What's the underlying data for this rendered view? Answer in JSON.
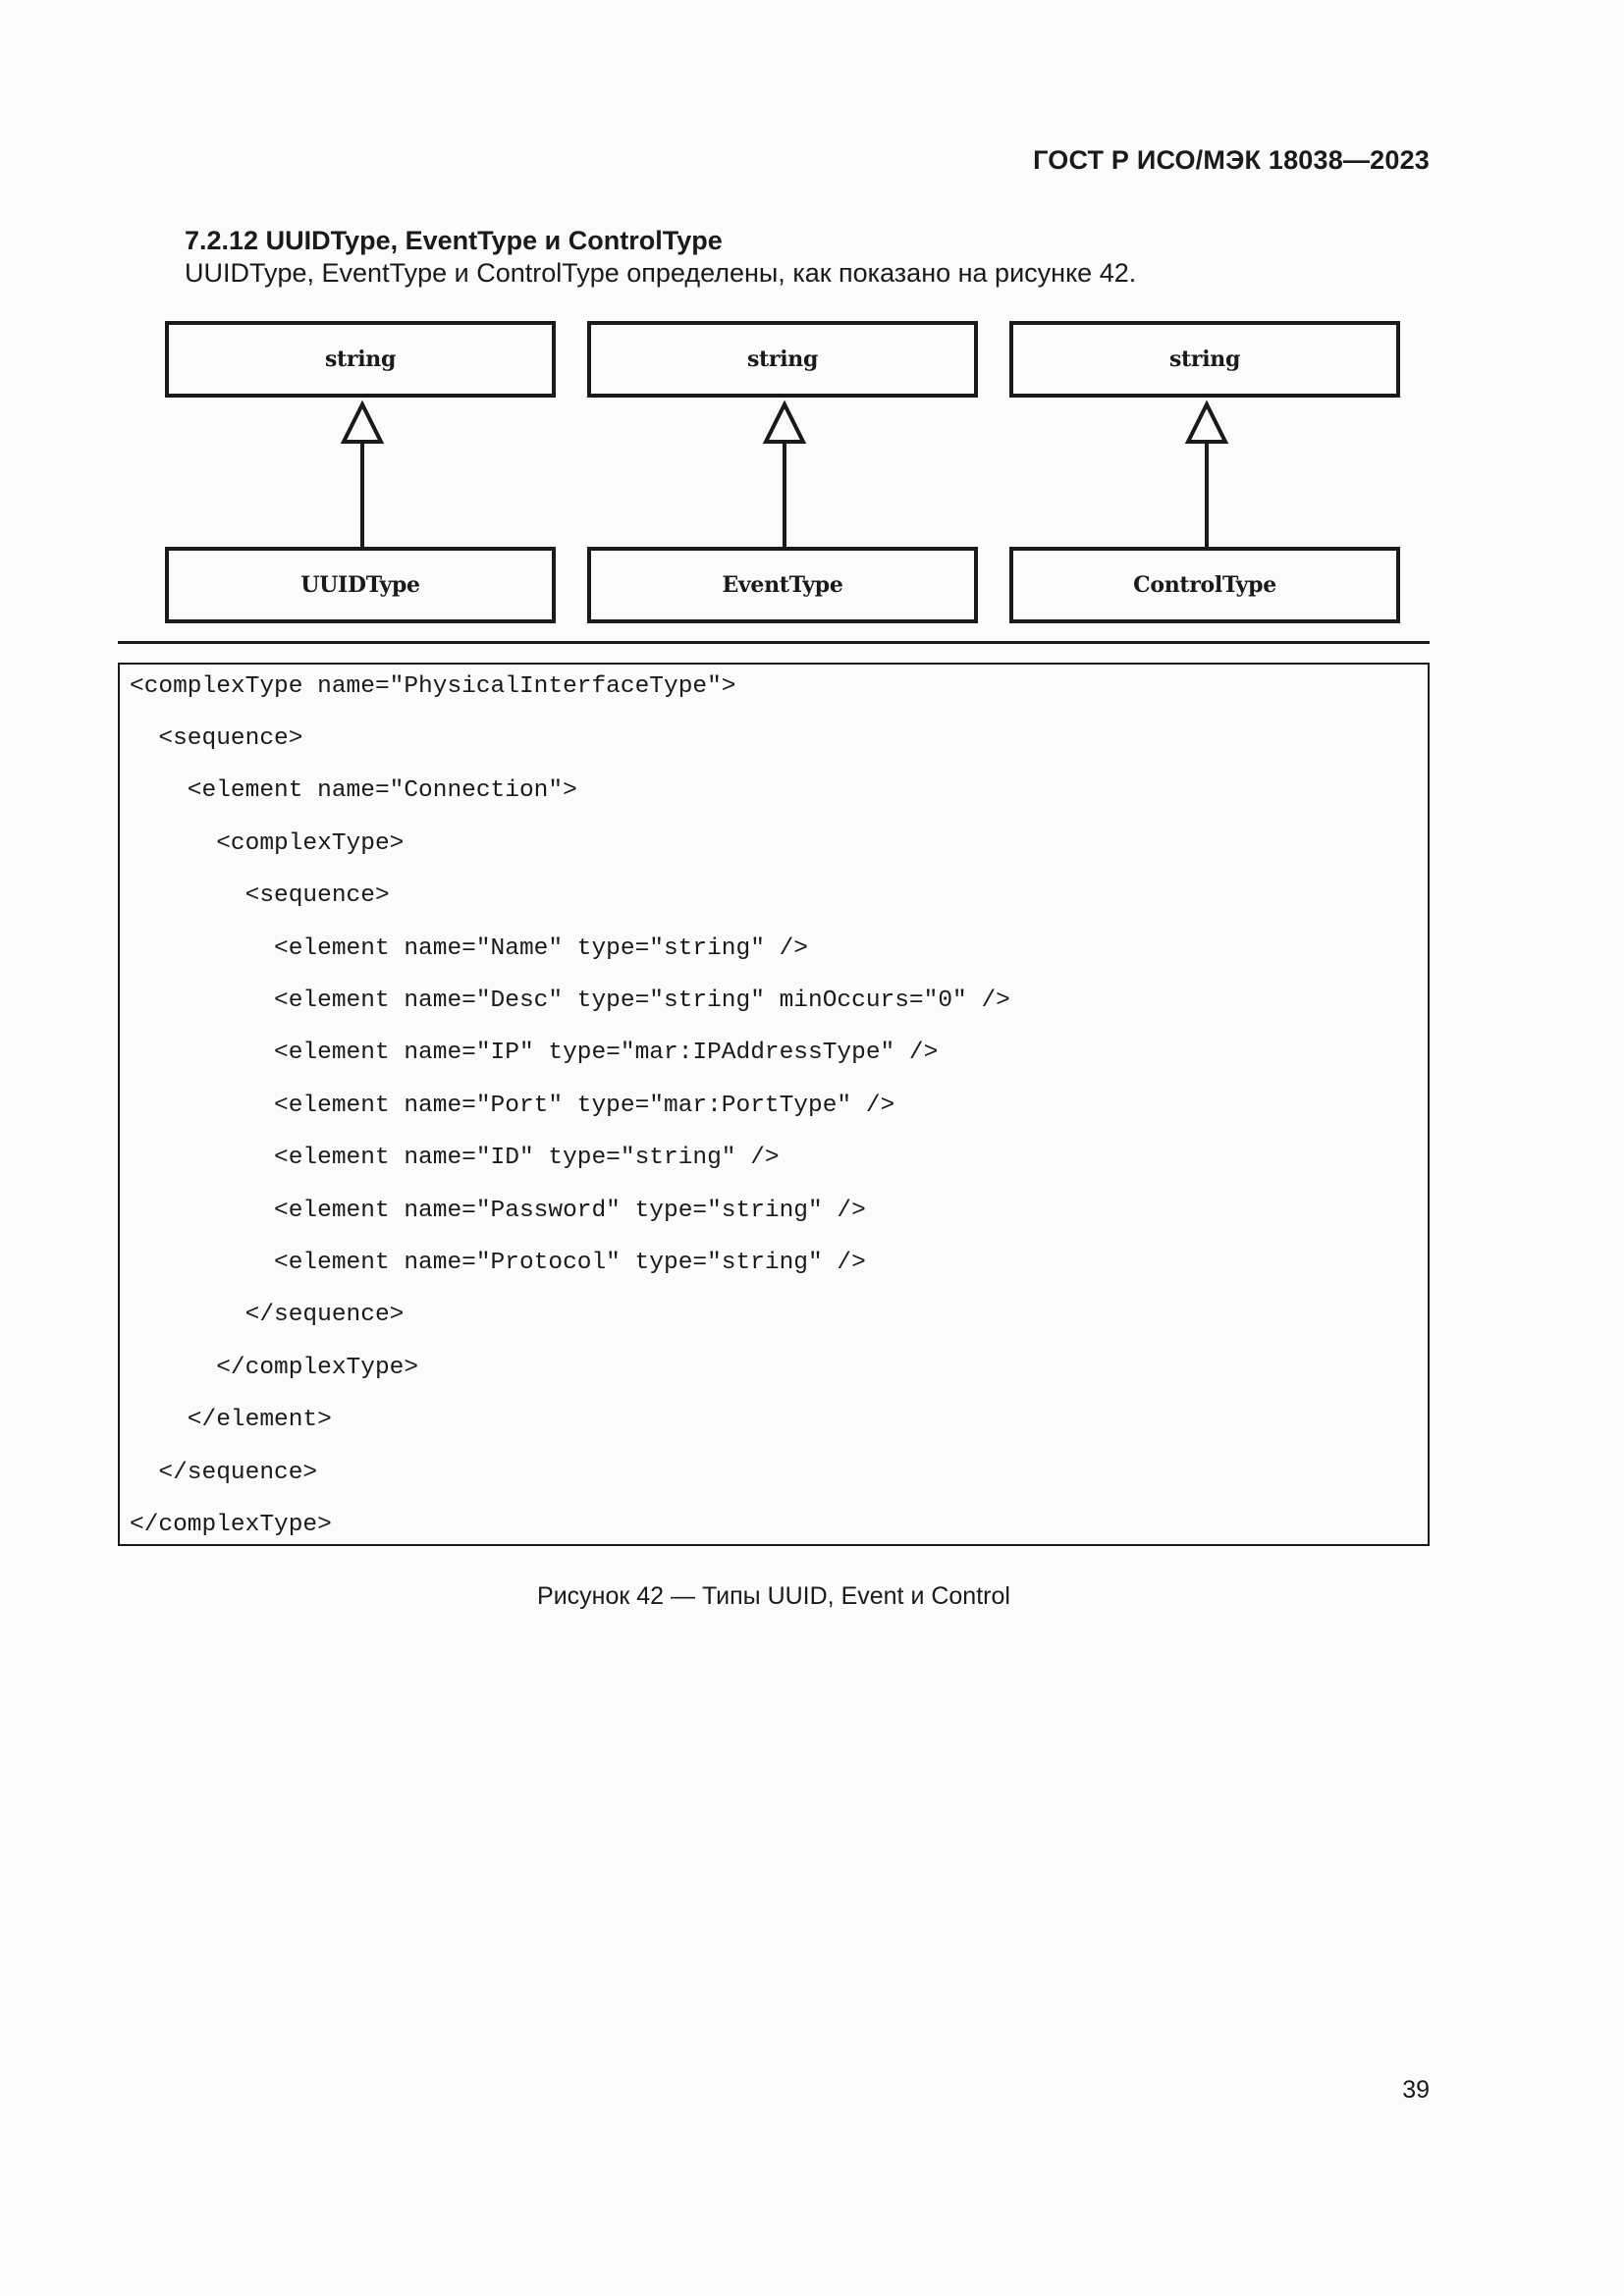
{
  "header": {
    "standard": "ГОСТ Р ИСО/МЭК 18038—2023"
  },
  "section": {
    "title": "7.2.12 UUIDType, EventType и ControlType",
    "text": "UUIDType, EventType и ControlType определены, как показано на рисунке 42."
  },
  "diagram": {
    "parents": [
      "string",
      "string",
      "string"
    ],
    "children": [
      "UUIDType",
      "EventType",
      "ControlType"
    ]
  },
  "code": {
    "lines": [
      "<complexType name=\"PhysicalInterfaceType\">",
      "  <sequence>",
      "    <element name=\"Connection\">",
      "      <complexType>",
      "        <sequence>",
      "          <element name=\"Name\" type=\"string\" />",
      "          <element name=\"Desc\" type=\"string\" minOccurs=\"0\" />",
      "          <element name=\"IP\" type=\"mar:IPAddressType\" />",
      "          <element name=\"Port\" type=\"mar:PortType\" />",
      "          <element name=\"ID\" type=\"string\" />",
      "          <element name=\"Password\" type=\"string\" />",
      "          <element name=\"Protocol\" type=\"string\" />",
      "        </sequence>",
      "      </complexType>",
      "    </element>",
      "  </sequence>",
      "</complexType>"
    ]
  },
  "caption": "Рисунок 42 — Типы UUID, Event и Control",
  "page_number": "39"
}
